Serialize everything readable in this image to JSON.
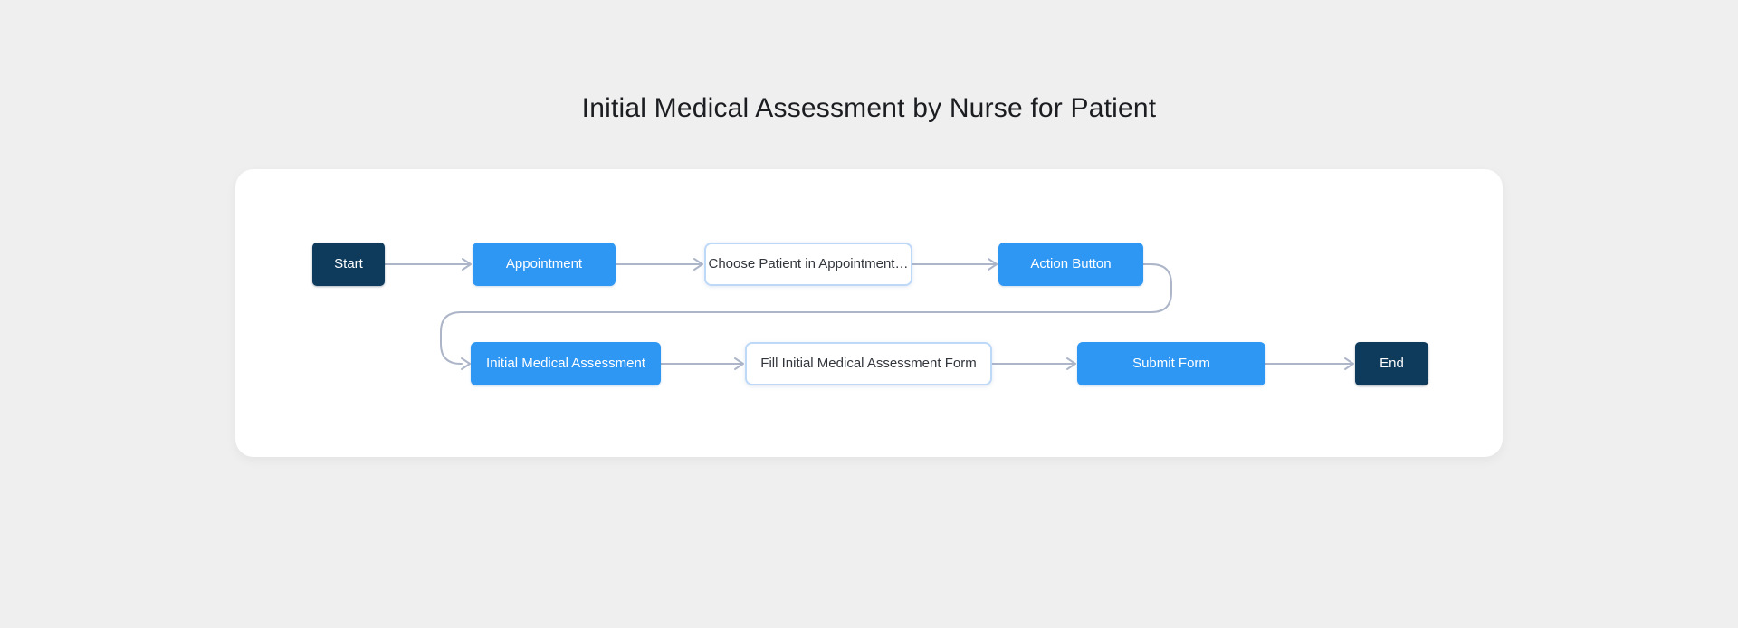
{
  "title": "Initial Medical Assessment by Nurse for Patient",
  "flowchart": {
    "nodes": [
      {
        "id": "start",
        "label": "Start",
        "type": "terminal"
      },
      {
        "id": "appointment",
        "label": "Appointment",
        "type": "process"
      },
      {
        "id": "choose-patient",
        "label": "Choose Patient in Appointment…",
        "type": "outlined"
      },
      {
        "id": "action-button",
        "label": "Action Button",
        "type": "process"
      },
      {
        "id": "initial-medical-assessment",
        "label": "Initial Medical Assessment",
        "type": "process"
      },
      {
        "id": "fill-form",
        "label": "Fill Initial Medical Assessment Form",
        "type": "outlined"
      },
      {
        "id": "submit-form",
        "label": "Submit Form",
        "type": "process"
      },
      {
        "id": "end",
        "label": "End",
        "type": "terminal"
      }
    ],
    "edges": [
      {
        "from": "start",
        "to": "appointment"
      },
      {
        "from": "appointment",
        "to": "choose-patient"
      },
      {
        "from": "choose-patient",
        "to": "action-button"
      },
      {
        "from": "action-button",
        "to": "initial-medical-assessment"
      },
      {
        "from": "initial-medical-assessment",
        "to": "fill-form"
      },
      {
        "from": "fill-form",
        "to": "submit-form"
      },
      {
        "from": "submit-form",
        "to": "end"
      }
    ]
  },
  "colors": {
    "background": "#efefef",
    "card": "#ffffff",
    "node_primary_blue": "#2e96f3",
    "node_terminal_navy": "#0e3a5c",
    "node_outline_border": "#bdd9f7",
    "connector_gray": "#adb5c8",
    "title_text": "#1b1d21",
    "node_text_light": "#ffffff",
    "node_text_dark": "#32363c"
  }
}
